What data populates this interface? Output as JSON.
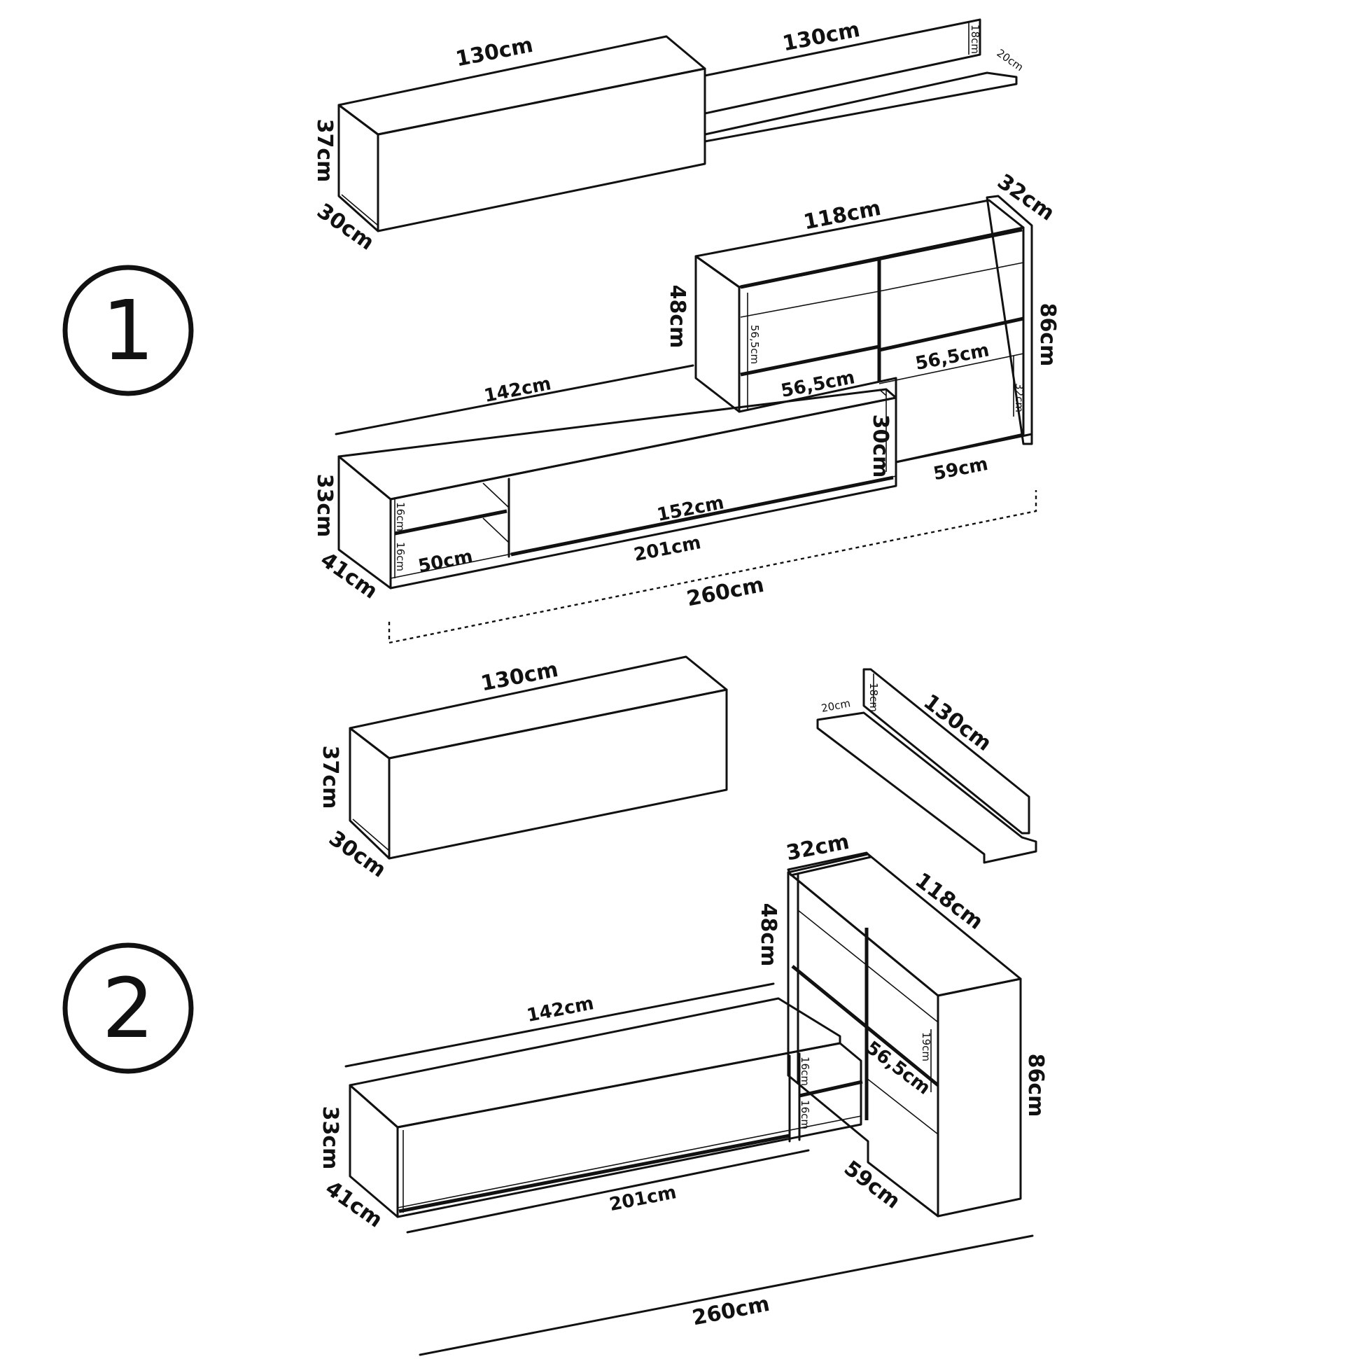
{
  "options": [
    {
      "number": "1",
      "labels": {
        "wall_cabinet_width": "130cm",
        "wall_cabinet_height": "37cm",
        "wall_cabinet_depth": "30cm",
        "shelf_width": "130cm",
        "shelf_height": "18cm",
        "shelf_depth": "20cm",
        "sideboard_width": "118cm",
        "sideboard_depth": "32cm",
        "sideboard_height": "86cm",
        "sideboard_top_height": "48cm",
        "door_height": "56,5cm",
        "door_width_left": "56,5cm",
        "door_width_right": "56,5cm",
        "bottom_section_height": "32cm",
        "sideboard_base_width": "59cm",
        "tv_top_width": "142cm",
        "tv_front_height": "30cm",
        "tv_height": "33cm",
        "tv_depth": "41cm",
        "niche_height_top": "16cm",
        "niche_height_bottom": "16cm",
        "niche_width": "50cm",
        "drawer_width": "152cm",
        "tv_width": "201cm",
        "total_width": "260cm"
      }
    },
    {
      "number": "2",
      "labels": {
        "wall_cabinet_width": "130cm",
        "wall_cabinet_height": "37cm",
        "wall_cabinet_depth": "30cm",
        "shelf_width": "130cm",
        "shelf_height": "18cm",
        "shelf_depth": "20cm",
        "sideboard_depth": "32cm",
        "sideboard_width": "118cm",
        "sideboard_top_height": "48cm",
        "sideboard_height": "86cm",
        "door_height": "19cm",
        "door_width": "56,5cm",
        "sideboard_base_width": "59cm",
        "tv_top_width": "142cm",
        "niche_height_top": "16cm",
        "niche_height_bottom": "16cm",
        "tv_height": "33cm",
        "tv_depth": "41cm",
        "tv_width": "201cm",
        "total_width": "260cm"
      }
    }
  ]
}
